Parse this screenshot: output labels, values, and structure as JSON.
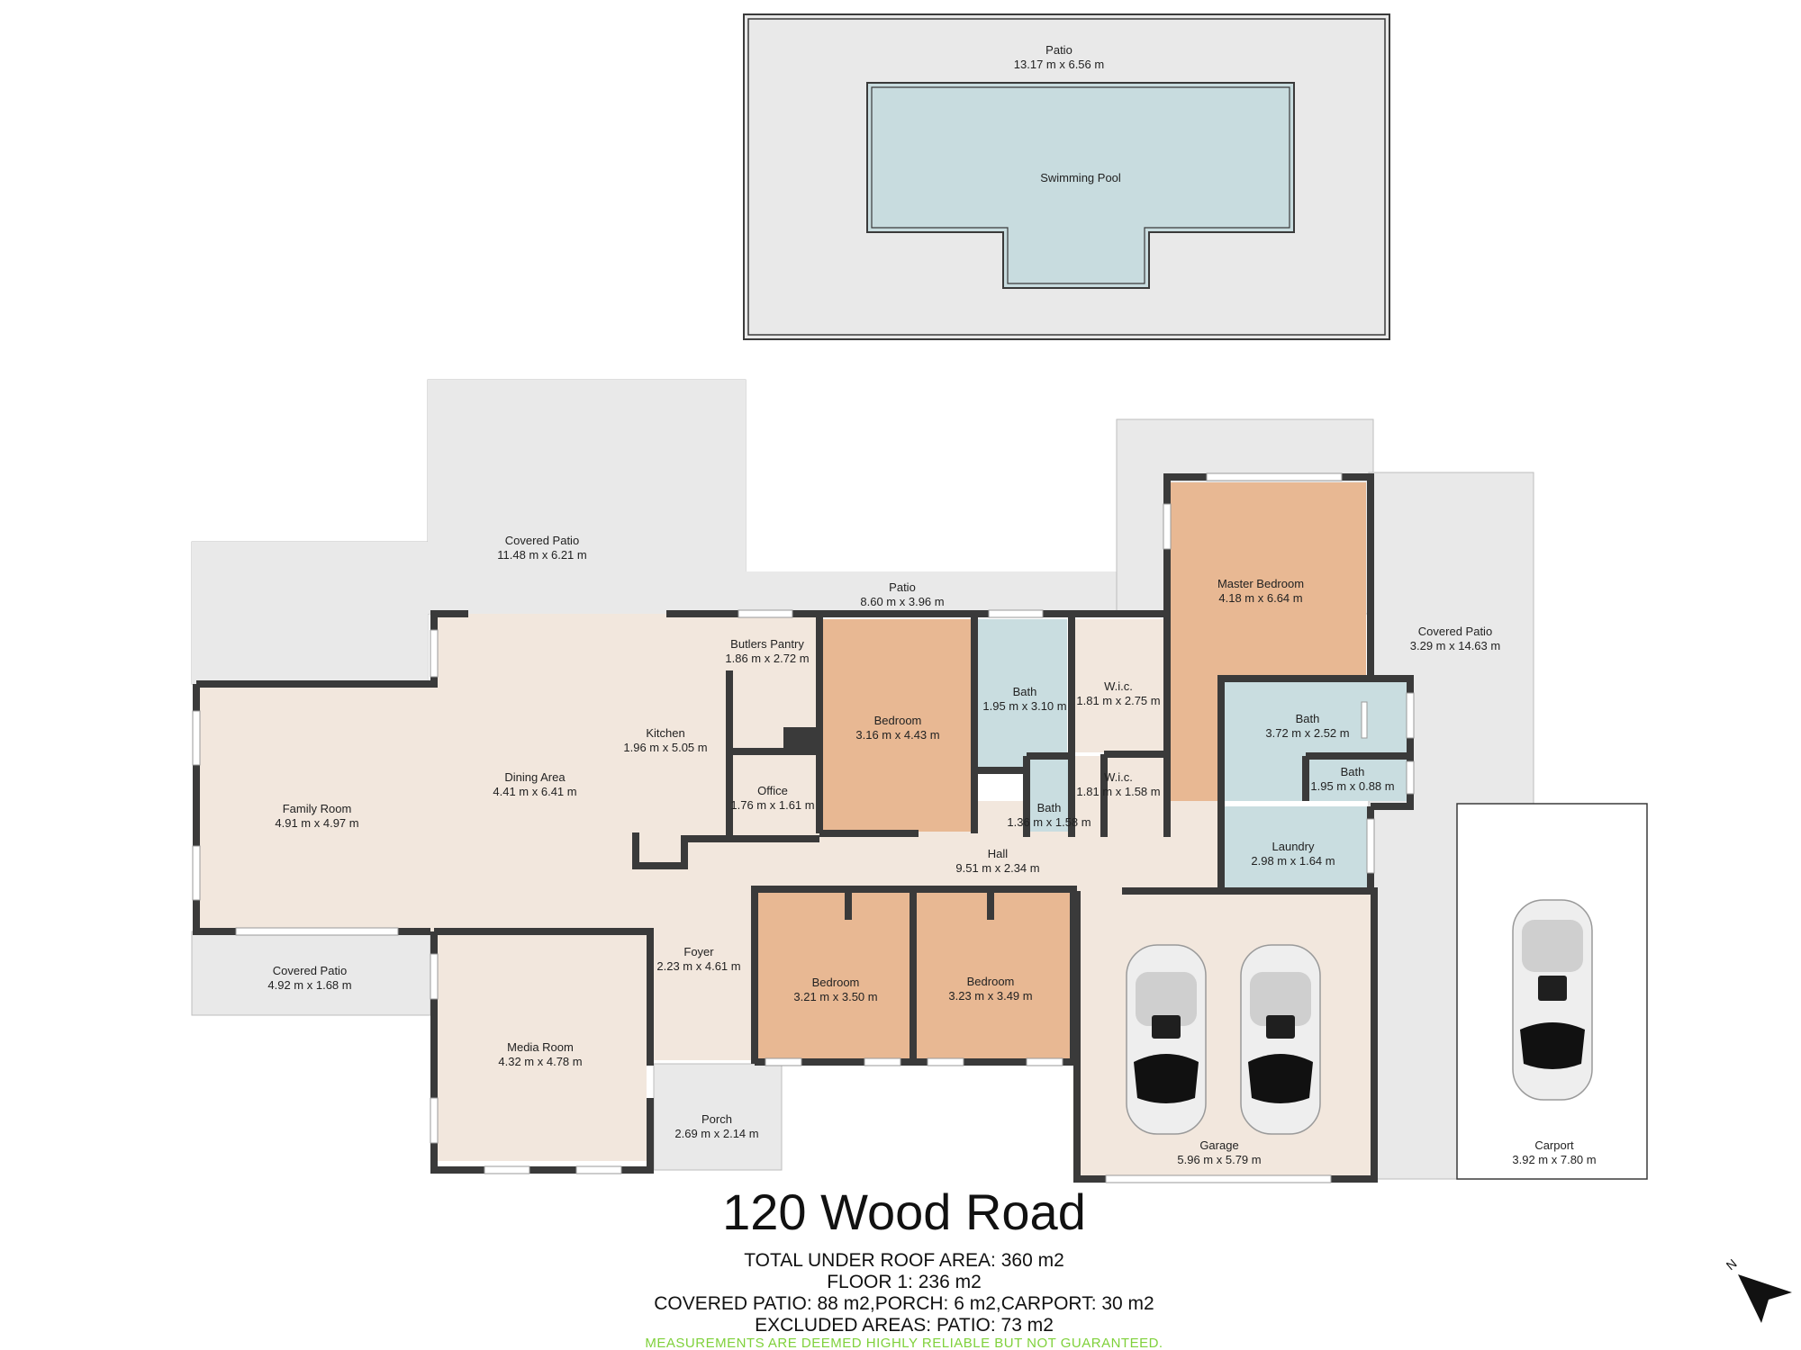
{
  "title": "120 Wood Road",
  "summary": {
    "total": "TOTAL UNDER ROOF AREA: 360 m2",
    "floor": "FLOOR 1: 236 m2",
    "covered": "COVERED PATIO: 88 m2,PORCH: 6 m2,CARPORT: 30 m2",
    "excluded": "EXCLUDED AREAS: PATIO: 73 m2",
    "disclaimer": "MEASUREMENTS ARE  DEEMED HIGHLY RELIABLE BUT NOT GUARANTEED."
  },
  "compass": {
    "label": "N"
  },
  "colors": {
    "outdoor": "#e9e9e9",
    "interior": "#f2e7dd",
    "bedroom": "#e8b893",
    "wet": "#c9dde0",
    "pool": "#c8dcdf",
    "wall": "#3a3a3a"
  },
  "rooms": {
    "pool_patio": {
      "name": "Patio",
      "dims": "13.17 m x 6.56 m"
    },
    "pool": {
      "name": "Swimming Pool"
    },
    "covered_patio_top": {
      "name": "Covered Patio",
      "dims": "11.48 m x 6.21 m"
    },
    "patio_mid": {
      "name": "Patio",
      "dims": "8.60 m x 3.96 m"
    },
    "covered_patio_right": {
      "name": "Covered Patio",
      "dims": "3.29 m x 14.63 m"
    },
    "covered_patio_small": {
      "name": "Covered Patio",
      "dims": "4.92 m x 1.68 m"
    },
    "family": {
      "name": "Family Room",
      "dims": "4.91 m x 4.97 m"
    },
    "dining": {
      "name": "Dining Area",
      "dims": "4.41 m x 6.41 m"
    },
    "kitchen": {
      "name": "Kitchen",
      "dims": "1.96 m x 5.05 m"
    },
    "butlers": {
      "name": "Butlers Pantry",
      "dims": "1.86 m x 2.72 m"
    },
    "office": {
      "name": "Office",
      "dims": "1.76 m x 1.61 m"
    },
    "bedroom1": {
      "name": "Bedroom",
      "dims": "3.16 m x 4.43 m"
    },
    "bath1": {
      "name": "Bath",
      "dims": "1.95 m x 3.10 m"
    },
    "wic1": {
      "name": "W.i.c.",
      "dims": "1.81 m x 2.75 m"
    },
    "wic2": {
      "name": "W.i.c.",
      "dims": "1.81 m x 1.58 m"
    },
    "bath_small": {
      "name": "Bath",
      "dims": "1.36 m x 1.58 m"
    },
    "master": {
      "name": "Master Bedroom",
      "dims": "4.18 m x 6.64 m"
    },
    "ensuite": {
      "name": "Bath",
      "dims": "3.72 m x 2.52 m"
    },
    "ensuite_wc": {
      "name": "Bath",
      "dims": "1.95 m x 0.88 m"
    },
    "laundry": {
      "name": "Laundry",
      "dims": "2.98 m x 1.64 m"
    },
    "hall": {
      "name": "Hall",
      "dims": "9.51 m x 2.34 m"
    },
    "foyer": {
      "name": "Foyer",
      "dims": "2.23 m x 4.61 m"
    },
    "media": {
      "name": "Media Room",
      "dims": "4.32 m x 4.78 m"
    },
    "porch": {
      "name": "Porch",
      "dims": "2.69 m x 2.14 m"
    },
    "bedroom2": {
      "name": "Bedroom",
      "dims": "3.21 m x 3.50 m"
    },
    "bedroom3": {
      "name": "Bedroom",
      "dims": "3.23 m x 3.49 m"
    },
    "garage": {
      "name": "Garage",
      "dims": "5.96 m x 5.79 m"
    },
    "carport": {
      "name": "Carport",
      "dims": "3.92 m x 7.80 m"
    }
  }
}
